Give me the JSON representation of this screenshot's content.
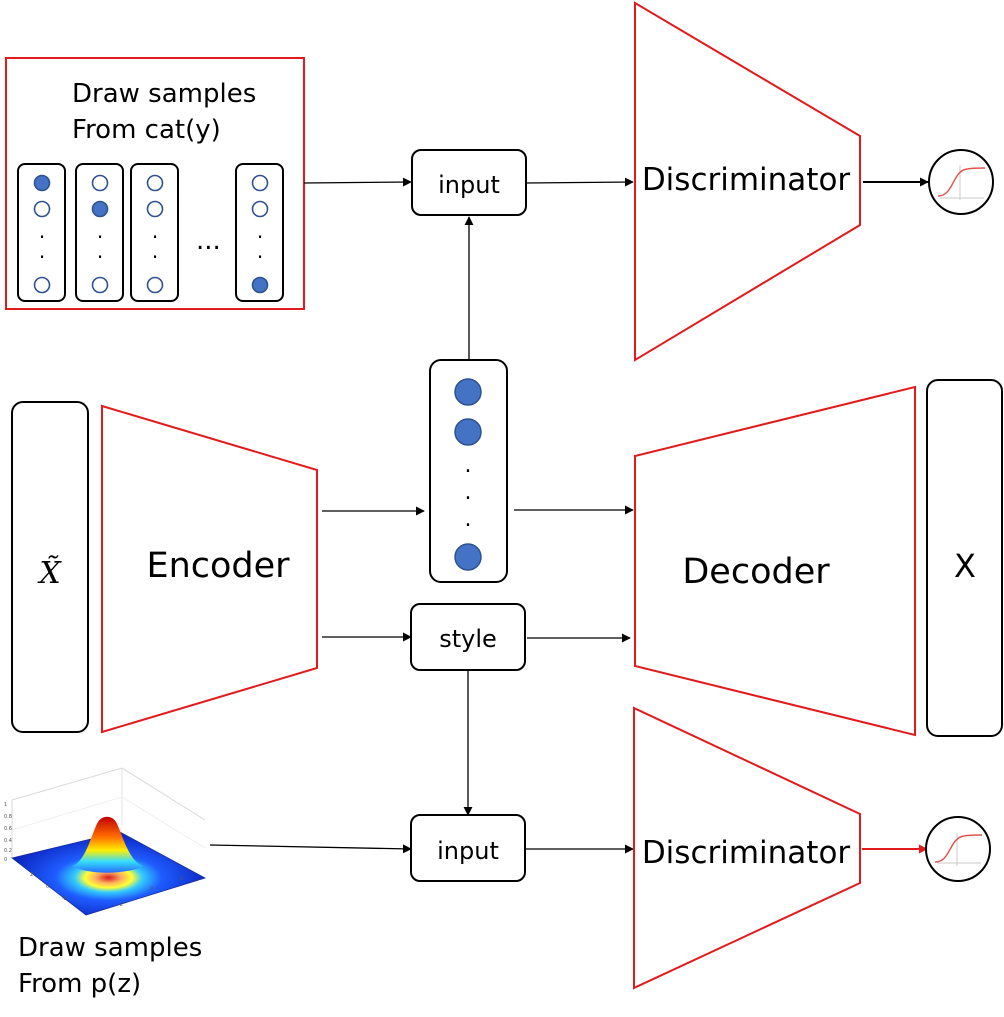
{
  "categorical_box": {
    "title_line1": "Draw samples",
    "title_line2": "From cat(y)",
    "ellipsis": "...",
    "vertical_dots": ".",
    "columns": [
      {
        "filled_index": 0
      },
      {
        "filled_index": 1
      },
      {
        "filled_index": -1
      },
      {
        "filled_index": 3
      }
    ]
  },
  "top_input_label": "input",
  "top_discriminator_label": "Discriminator",
  "encoder_input_label": "X̃",
  "encoder_label": "Encoder",
  "latent_dots": ".",
  "style_label": "style",
  "decoder_label": "Decoder",
  "output_label": "X",
  "gaussian_caption_line1": "Draw samples",
  "gaussian_caption_line2": "From p(z)",
  "bottom_input_label": "input",
  "bottom_discriminator_label": "Discriminator",
  "colors": {
    "trapezoid_stroke": "#e31a1c",
    "sample_box_stroke": "#e31a1c",
    "filled_node": "#4472c4",
    "node_outline": "#2f528f",
    "bottom_output_arrow": "#e31a1c",
    "sigmoid_curve": "#e0504a"
  },
  "icons": [
    "sigmoid-icon",
    "gaussian-surface-icon"
  ]
}
